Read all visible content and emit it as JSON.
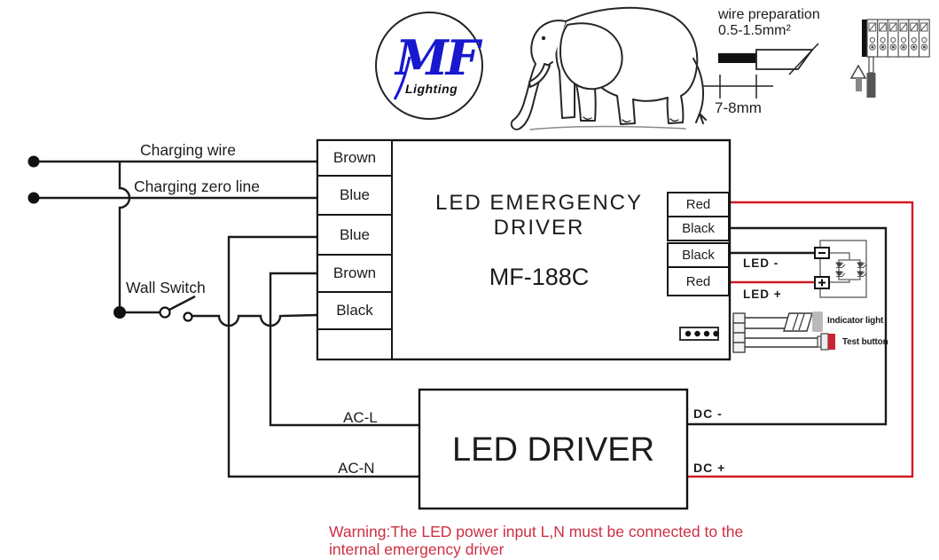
{
  "header": {
    "logo": {
      "text": "MF",
      "subtext": "Lighting",
      "color": "#1818cf"
    },
    "wire_preparation": {
      "title": "wire preparation",
      "range": "0.5-1.5mm²",
      "strip_length": "7-8mm"
    }
  },
  "emergency_driver": {
    "title_line1": "LED EMERGENCY",
    "title_line2": "DRIVER",
    "model": "MF-188C",
    "left_terminals": [
      "Brown",
      "Blue",
      "Blue",
      "Brown",
      "Black",
      ""
    ],
    "right_terminals": [
      "Red",
      "Black",
      "Black",
      "Red"
    ]
  },
  "labels": {
    "charging_wire": "Charging wire",
    "charging_zero_line": "Charging zero line",
    "wall_switch": "Wall Switch",
    "ac_l": "AC-L",
    "ac_n": "AC-N",
    "dc_minus": "DC -",
    "dc_plus": "DC +",
    "led_minus": "LED -",
    "led_plus": "LED +",
    "indicator_light": "Indicator light",
    "test_button": "Test button"
  },
  "led_driver": {
    "title": "LED DRIVER"
  },
  "warning": {
    "line1": "Warning:The LED power input L,N must be connected to the",
    "line2": "internal emergency driver",
    "color": "#cd2f42"
  },
  "colors": {
    "wire_red": "#d01a26",
    "wire_black": "#1a1a1a",
    "logo_blue": "#1818cf"
  }
}
